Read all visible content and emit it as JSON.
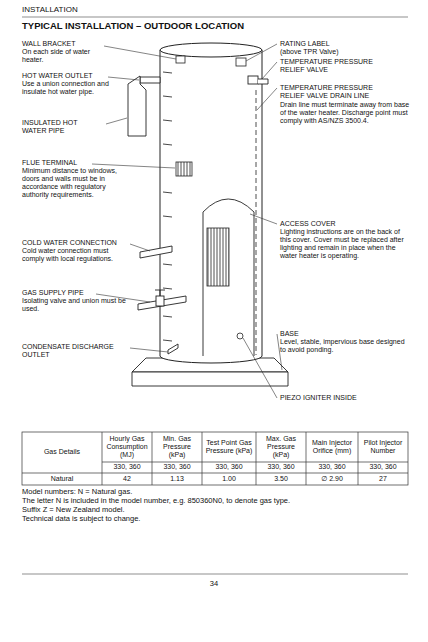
{
  "diagram": {
    "title": "TYPICAL INSTALLATION – OUTDOOR LOCATION",
    "labels": [
      "INSTALLATION",
      "WALL BRACKET",
      "On each side of water heater.",
      "HOT WATER OUTLET",
      "Use a union connection and insulate hot water pipe.",
      "INSULATED HOT WATER PIPE",
      "FLUE TERMINAL",
      "Minimum distance to windows, doors and walls must be in accordance with regulatory authority requirements.",
      "COLD WATER CONNECTION",
      "Cold water connection must comply with local regulations.",
      "GAS SUPPLY PIPE",
      "Isolating valve and union must be used.",
      "CONDENSATE DISCHARGE OUTLET",
      "RATING LABEL",
      "(above TPR Valve)",
      "TEMPERATURE PRESSURE RELIEF VALVE",
      "TEMPERATURE PRESSURE RELIEF VALVE DRAIN LINE",
      "Drain line must terminate away from base of the water heater. Discharge point must comply with AS/NZS 3500.4.",
      "ACCESS COVER",
      "Lighting instructions are on the back of this cover. Cover must be replaced after lighting and remain in place when the water heater is operating.",
      "BASE",
      "Level, stable, impervious base designed to avoid ponding.",
      "PIEZO IGNITER INSIDE",
      "Gas Details",
      "Hourly Gas Consumption (MJ)",
      "Min. Gas Pressure (kPa)",
      "Test Point Gas Pressure (kPa)",
      "Max. Gas Pressure (kPa)",
      "Main Injector Orifice (mm)",
      "Pilot Injector Number",
      "330, 360",
      "330, 360",
      "330, 360",
      "330, 360",
      "330, 360",
      "330, 360",
      "Natural",
      "42",
      "1.13",
      "1.00",
      "3.50",
      "∅ 2.90",
      "27",
      "Model numbers: N = Natural gas.",
      "The letter N is included in the model number, e.g. 850360N0, to denote gas type.",
      "Suffix Z = New Zealand model.",
      "Technical data is subject to change.",
      "34"
    ]
  }
}
